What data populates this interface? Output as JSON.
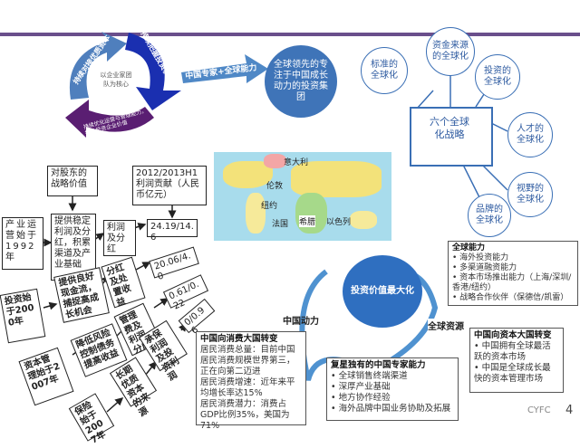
{
  "cycle": {
    "top_left": "持续对接优质资本",
    "top_right": "持续把握投资机会",
    "bottom": "持续优化运营与管理能力，提升投资企业价值",
    "center": "以企业家团队为核心"
  },
  "arrow_label": "中国专家+全球能力",
  "core_circle": "全球领先的专注于中国成长动力的投资集团",
  "globalization": {
    "center": "六个全球化战略",
    "items": [
      "标准的全球化",
      "资金来源的全球化",
      "投资的全球化",
      "人才的全球化",
      "视野的全球化",
      "品牌的全球化"
    ]
  },
  "map": {
    "labels": [
      "意大利",
      "伦敦",
      "纽约",
      "法国",
      "希腊",
      "以色列"
    ]
  },
  "flow": {
    "strategic_value": "对股东的战略价值",
    "profit_header": "2012/2013H1利润贡献（人民币亿元）",
    "industry": "产业运营始于1992年",
    "stable": "提供稳定利润及分红，积累渠道及产业基础",
    "profit_div": "利润及分红",
    "v1": "24.19/14.6",
    "invest": "投资始于2000年",
    "cashflow": "提供良好现金流，捕捉高成长机会",
    "div_disposal": "分红及处置收益",
    "v2": "20.06/4.0",
    "capital": "资本管理始于2007年",
    "risk": "降低风险控制债务提高收益",
    "mgmt_fee": "管理费及利润分成",
    "v3": "0.61/0.22",
    "insurance": "保险始于2007年",
    "longterm": "长期优质资本的来源",
    "ins_profit": "承保利润及投资利润",
    "v4": "0/0.96"
  },
  "consumption": {
    "title": "中国向消费大国转变",
    "lines": [
      "居民消费总量：目前中国居民消费规模世界第三，正在向第二迈进",
      "居民消费增速：近年来平均增长率达15%",
      "居民消费潜力：消费占GDP比例35%，美国为71%"
    ]
  },
  "expert": {
    "title": "复星独有的中国专家能力",
    "items": [
      "全球销售终端渠道",
      "深厚产业基础",
      "地方协作经验",
      "海外品牌中国业务协助及拓展"
    ]
  },
  "global_ability": {
    "title": "全球能力",
    "items": [
      "海外投资能力",
      "多渠道融资能力",
      "资本市场推出能力（上海/深圳/香港/纽约）",
      "战略合作伙伴（保德信/凯雷）"
    ]
  },
  "capital_power": {
    "title": "中国向资本大国转变",
    "items": [
      "中国拥有全球最活跃的资本市场",
      "中国是全球成长最快的资本管理市场"
    ]
  },
  "center_value": "投资价值最大化",
  "china_power": "中国动力",
  "global_resources": "全球资源",
  "footer": {
    "brand": "CYFC",
    "page": "4"
  }
}
